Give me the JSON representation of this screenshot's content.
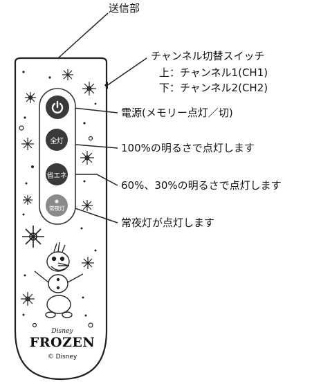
{
  "callouts": {
    "transmitter": "送信部",
    "channel_switch": {
      "title": "チャンネル切替スイッチ",
      "up": "上：チャンネル1(CH1)",
      "down": "下：チャンネル2(CH2)"
    },
    "power": "電源(メモリー点灯／切)",
    "full": "100%の明るさで点灯します",
    "eco": "60%、30%の明るさで点灯します",
    "night": "常夜灯が点灯します"
  },
  "buttons": {
    "power_icon": "power-icon",
    "full_label": "全灯",
    "eco_label": "省エネ",
    "night_label": "常夜灯"
  },
  "branding": {
    "disney": "Disney",
    "frozen": "FROZEN",
    "copyright": "© Disney"
  },
  "colors": {
    "button_dark": "#3a3a3a",
    "button_night": "#8a8a8a",
    "outline": "#222222"
  }
}
